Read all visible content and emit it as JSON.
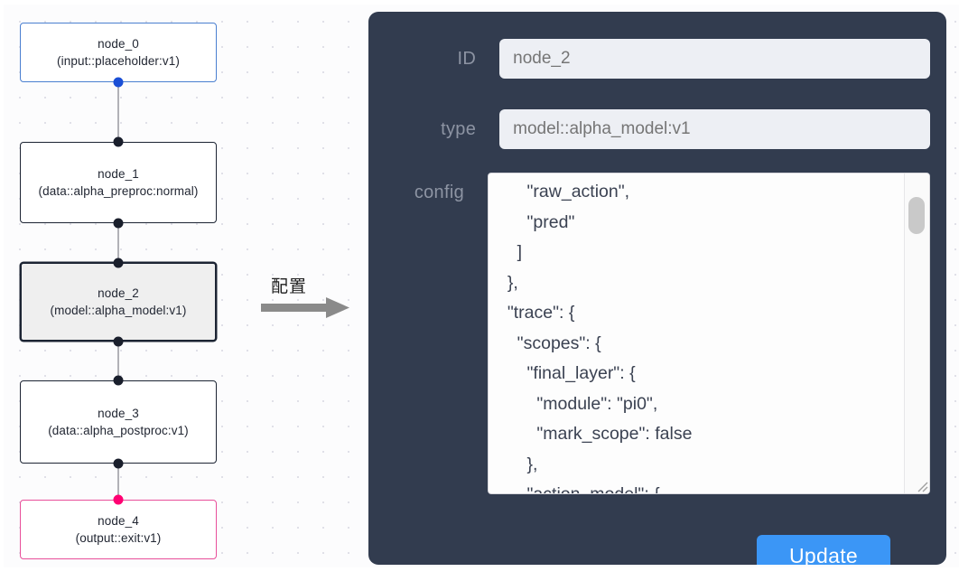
{
  "graph": {
    "nodes": [
      {
        "id": "node_0",
        "title": "node_0",
        "subtitle": "(input::placeholder:v1)",
        "kind": "input",
        "selected": false
      },
      {
        "id": "node_1",
        "title": "node_1",
        "subtitle": "(data::alpha_preproc:normal)",
        "kind": "default",
        "selected": false
      },
      {
        "id": "node_2",
        "title": "node_2",
        "subtitle": "(model::alpha_model:v1)",
        "kind": "default",
        "selected": true
      },
      {
        "id": "node_3",
        "title": "node_3",
        "subtitle": "(data::alpha_postproc:v1)",
        "kind": "default",
        "selected": false
      },
      {
        "id": "node_4",
        "title": "node_4",
        "subtitle": "(output::exit:v1)",
        "kind": "output",
        "selected": false
      }
    ],
    "labels": {
      "node_0_line1": "node_0",
      "node_0_line2": "(input::placeholder:v1)",
      "node_1_line1": "node_1",
      "node_1_line2": "(data::alpha_preproc:normal)",
      "node_2_line1": "node_2",
      "node_2_line2": "(model::alpha_model:v1)",
      "node_3_line1": "node_3",
      "node_3_line2": "(data::alpha_postproc:v1)",
      "node_4_line1": "node_4",
      "node_4_line2": "(output::exit:v1)"
    },
    "colors": {
      "input_border": "#4a7fd0",
      "output_border": "#e84f9a",
      "default_border": "#1c2433",
      "selected_fill": "#efefef",
      "edge": "#b1b1b7",
      "handle_blue": "#1a4fd6",
      "handle_pink": "#ff0072",
      "handle_dark": "#1a1f2c",
      "grid_dot": "#d9d9e3"
    }
  },
  "annotation": {
    "text": "配置",
    "arrow": "right-arrow"
  },
  "panel": {
    "background": "#323c4f",
    "fields": {
      "id": {
        "label": "ID",
        "value": "node_2",
        "placeholder": "node_2"
      },
      "type": {
        "label": "type",
        "value": "model::alpha_model:v1",
        "placeholder": "model::alpha_model:v1"
      },
      "config": {
        "label": "config",
        "value": "      \"raw_action\",\n      \"pred\"\n    ]\n  },\n  \"trace\": {\n    \"scopes\": {\n      \"final_layer\": {\n        \"module\": \"pi0\",\n        \"mark_scope\": false\n      },\n      \"action_model\": {"
      }
    },
    "update_button": {
      "label": "Update",
      "color": "#3b96f6"
    },
    "scrollbar": {
      "position": "top",
      "orientation": "vertical"
    }
  }
}
